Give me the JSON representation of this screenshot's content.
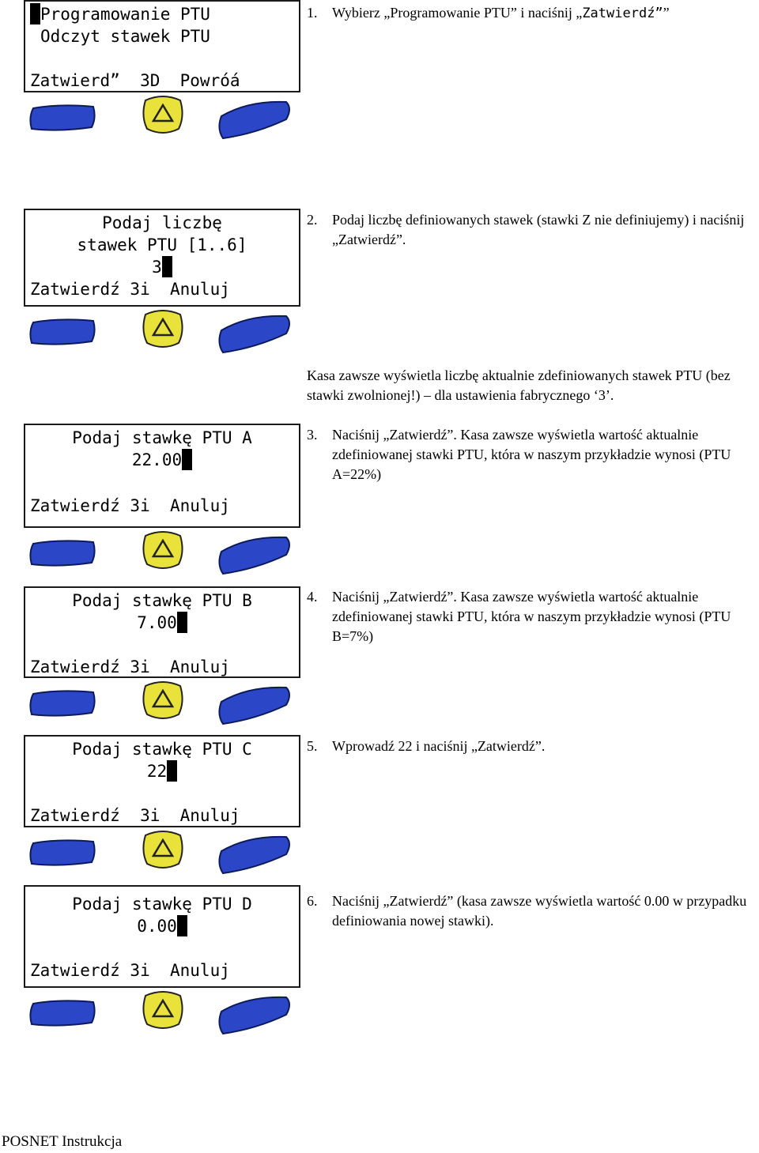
{
  "screens": [
    {
      "lines": [
        "Programowanie PTU",
        "Odczyt stawek PTU",
        "Zatwierd”  3D  Powróá"
      ],
      "cursor_line": 0
    },
    {
      "lines": [
        "Podaj liczbę",
        "stawek PTU [1..6]",
        "3",
        "Zatwierdź 3i  Anuluj"
      ],
      "cursor_line": 2
    },
    {
      "lines": [
        "Podaj stawkę PTU A",
        "22.00",
        "Zatwierdź 3i  Anuluj"
      ],
      "cursor_line": 1
    },
    {
      "lines": [
        "Podaj stawkę PTU B",
        "7.00",
        "Zatwierdź 3i  Anuluj"
      ],
      "cursor_line": 1
    },
    {
      "lines": [
        "Podaj stawkę PTU C",
        "22",
        "Zatwierdź  3i  Anuluj"
      ],
      "cursor_line": 1
    },
    {
      "lines": [
        "Podaj stawkę PTU D",
        "0.00",
        "Zatwierdź 3i  Anuluj"
      ],
      "cursor_line": 1
    }
  ],
  "keys": {
    "colors": {
      "left": "#2b47c7",
      "center": "#e8e23a",
      "right": "#2b47c7"
    },
    "center_icon": "triangle-icon"
  },
  "steps": [
    {
      "num": "1.",
      "text_a": "Wybierz „Programowanie PTU” i naciśnij „",
      "text_mono": "Zatwierdź”",
      "text_b": "”"
    },
    {
      "num": "2.",
      "text": "Podaj liczbę definiowanych stawek (stawki Z nie definiujemy) i naciśnij „Zatwierdź”."
    },
    {
      "num": "3.",
      "text": "Naciśnij „Zatwierdź”. Kasa zawsze wyświetla wartość aktualnie zdefiniowanej stawki PTU, która w naszym przykładzie wynosi (PTU A=22%)"
    },
    {
      "num": "4.",
      "text": "Naciśnij „Zatwierdź”. Kasa zawsze wyświetla wartość aktualnie zdefiniowanej stawki PTU, która w naszym przykładzie wynosi (PTU B=7%)"
    },
    {
      "num": "5.",
      "text": "Wprowadź 22 i naciśnij „Zatwierdź”."
    },
    {
      "num": "6.",
      "text": "Naciśnij „Zatwierdź” (kasa zawsze wyświetla wartość 0.00 w przypadku definiowania nowej stawki)."
    }
  ],
  "note": "Kasa zawsze wyświetla liczbę aktualnie zdefiniowanych stawek PTU (bez stawki zwolnionej!) – dla ustawienia fabrycznego ‘3’.",
  "footer": "POSNET Instrukcja"
}
